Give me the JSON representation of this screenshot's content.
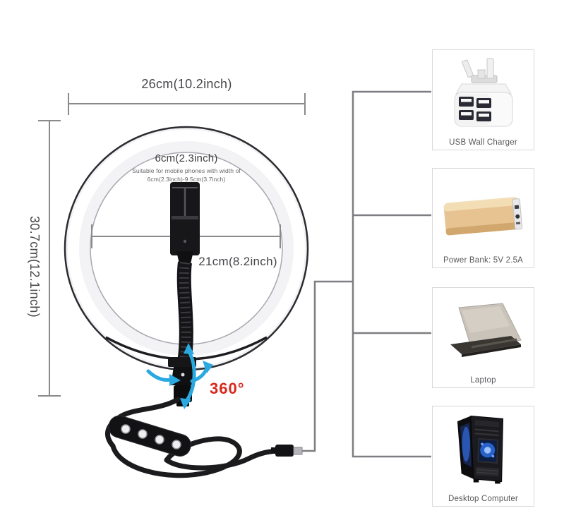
{
  "measurements": {
    "outer_width": "26cm(10.2inch)",
    "outer_height": "30.7cm(12.1inch)",
    "inner_diameter": "21cm(8.2inch)",
    "clamp_width": "6cm(2.3inch)",
    "clamp_note_line1": "Suitable for mobile phones with width of",
    "clamp_note_line2": "6cm(2.3inch)-9.5cm(3.7inch)",
    "rotation": "360°"
  },
  "power_sources": [
    {
      "label": "USB Wall Charger",
      "icon": "usb-wall-charger-image"
    },
    {
      "label": "Power Bank: 5V 2.5A",
      "icon": "power-bank-image"
    },
    {
      "label": "Laptop",
      "icon": "laptop-image"
    },
    {
      "label": "Desktop Computer",
      "icon": "desktop-computer-image"
    }
  ],
  "colors": {
    "rotation_red": "#d7281c",
    "arrow_blue": "#2aa9e0",
    "measure_gray": "#8a8a8e",
    "connector_gray": "#7e7e82",
    "power_bank_gold": "#e7c391"
  }
}
